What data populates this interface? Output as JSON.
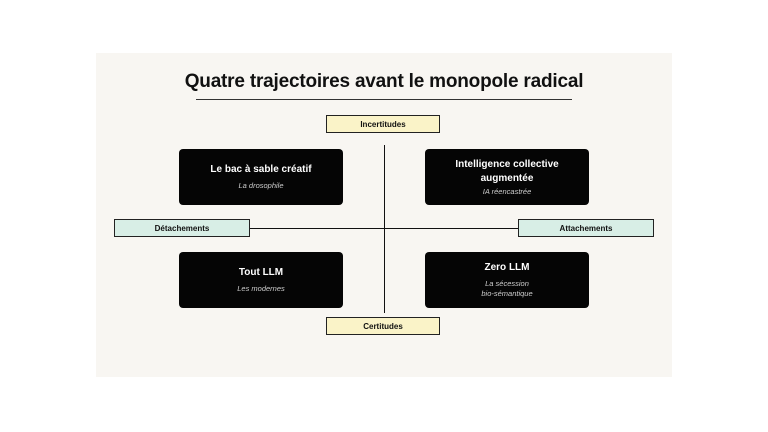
{
  "title": "Quatre trajectoires avant le monopole radical",
  "axes": {
    "top": "Incertitudes",
    "bottom": "Certitudes",
    "left": "Détachements",
    "right": "Attachements"
  },
  "quadrants": {
    "top_left": {
      "title": "Le bac à sable créatif",
      "subtitle": "La drosophile"
    },
    "top_right": {
      "title_line1": "Intelligence collective",
      "title_line2": "augmentée",
      "subtitle": "IA réencastrée"
    },
    "bottom_left": {
      "title": "Tout LLM",
      "subtitle": "Les modernes"
    },
    "bottom_right": {
      "title": "Zero LLM",
      "subtitle_line1": "La sécession",
      "subtitle_line2": "bio-sémantique"
    }
  },
  "colors": {
    "card": "#050505",
    "axis_label_vertical": "#faf3c8",
    "axis_label_horizontal": "#d8eee6",
    "slide_background": "#f8f6f2"
  }
}
